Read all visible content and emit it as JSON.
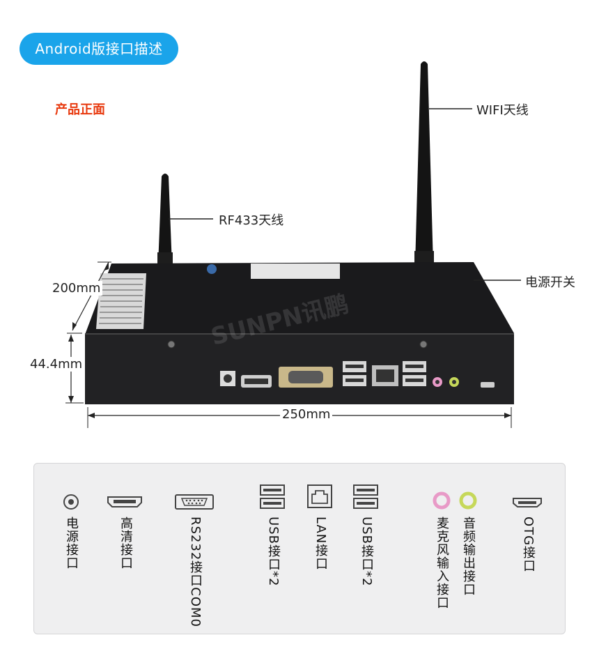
{
  "header": {
    "badge": "Android版接口描述"
  },
  "section": {
    "front_label": "产品正面"
  },
  "callouts": {
    "wifi": "WIFI天线",
    "rf433": "RF433天线",
    "power_switch": "电源开关"
  },
  "dimensions": {
    "depth": "200mm",
    "height": "44.4mm",
    "width": "250mm"
  },
  "watermark": "SUNPN讯鹏",
  "ports": [
    {
      "label": "电源接口",
      "icon": "dc-power-jack-icon"
    },
    {
      "label": "高清接口",
      "icon": "hdmi-port-icon"
    },
    {
      "label": "RS232接口COM0",
      "icon": "rs232-port-icon"
    },
    {
      "label": "USB接口*2",
      "icon": "usb-port-icon"
    },
    {
      "label": "LAN接口",
      "icon": "lan-port-icon"
    },
    {
      "label": "USB接口*2",
      "icon": "usb-port-icon"
    },
    {
      "label": "麦克风输入接口",
      "icon": "mic-jack-icon"
    },
    {
      "label": "音频输出接口",
      "icon": "audio-jack-icon"
    },
    {
      "label": "OTG接口",
      "icon": "otg-port-icon"
    }
  ],
  "colors": {
    "badge": "#1aa4ea",
    "front_label": "#e8380d",
    "mic_jack": "#e89ac7",
    "audio_jack": "#c6d85a"
  }
}
